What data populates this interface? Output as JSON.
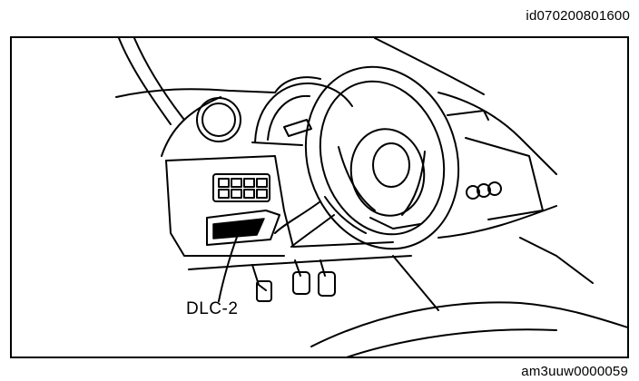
{
  "header": {
    "doc_id": "id070200801600"
  },
  "figure": {
    "callout_label": "DLC-2",
    "figure_id": "am3uuw0000059"
  }
}
